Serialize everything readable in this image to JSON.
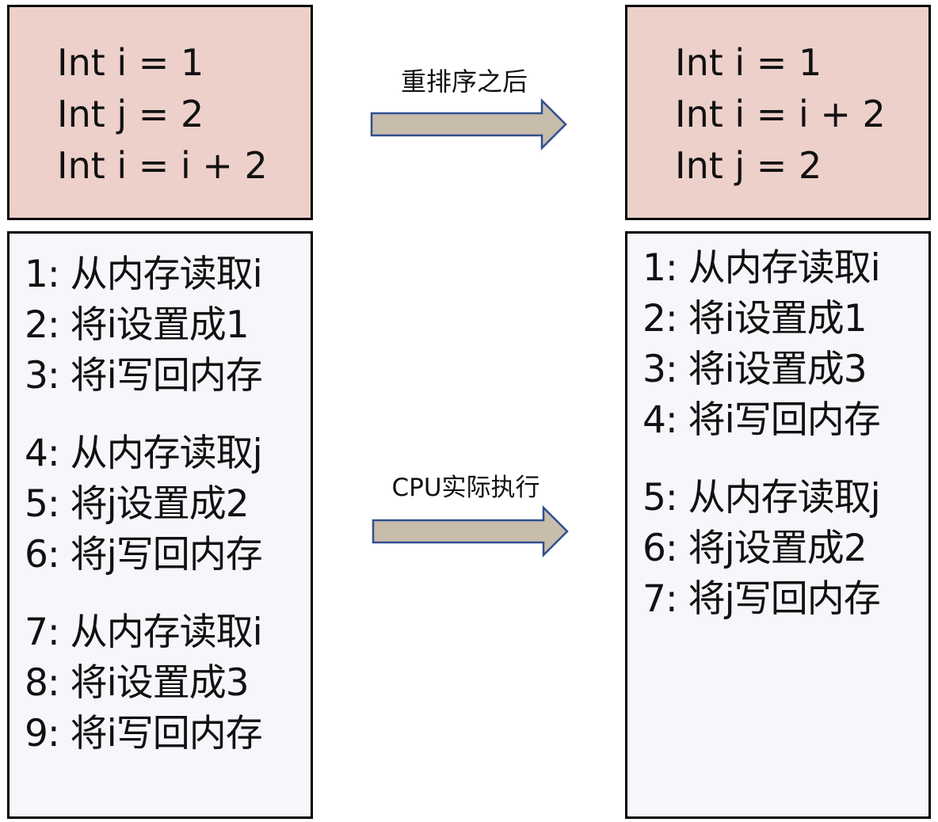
{
  "before": {
    "code": [
      "Int i = 1",
      "Int j = 2",
      "Int i = i + 2"
    ],
    "steps": [
      [
        "1: 从内存读取i",
        "2: 将i设置成1",
        "3: 将i写回内存"
      ],
      [
        "4: 从内存读取j",
        "5: 将j设置成2",
        "6: 将j写回内存"
      ],
      [
        "7: 从内存读取i",
        "8: 将i设置成3",
        "9: 将i写回内存"
      ]
    ]
  },
  "after": {
    "code": [
      "Int i = 1",
      "Int i = i + 2",
      "Int j = 2"
    ],
    "steps": [
      [
        "1: 从内存读取i",
        "2: 将i设置成1",
        "3: 将i设置成3",
        "4: 将i写回内存"
      ],
      [
        "5: 从内存读取j",
        "6: 将j设置成2",
        "7: 将j写回内存"
      ]
    ]
  },
  "arrows": {
    "reorder_label": "重排序之后",
    "cpu_label": "CPU实际执行",
    "fill_color": "#c8bcab",
    "stroke_color": "#2f4f8f"
  },
  "colors": {
    "code_box": "#ecd0c9",
    "steps_box": "#f6f7fb"
  }
}
